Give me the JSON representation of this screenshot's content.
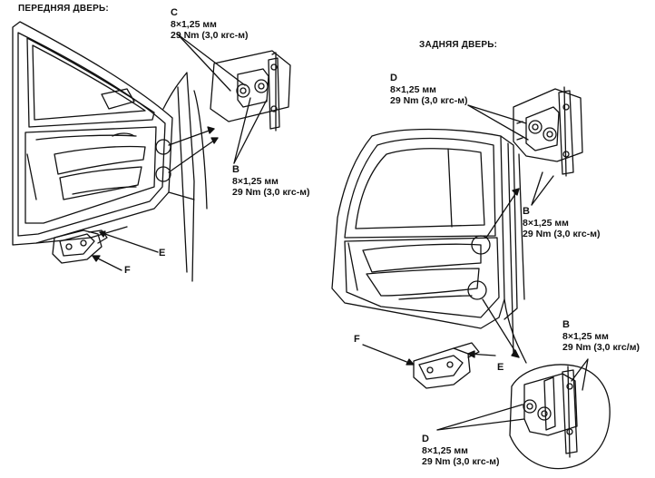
{
  "titles": {
    "front_door": "ПЕРЕДНЯЯ ДВЕРЬ:",
    "rear_door": "ЗАДНЯЯ ДВЕРЬ:"
  },
  "callouts": {
    "front_c": {
      "letter": "C",
      "size": "8×1,25 мм",
      "torque": "29 Nm (3,0 кгс-м)"
    },
    "front_b": {
      "letter": "B",
      "size": "8×1,25 мм",
      "torque": "29 Nm (3,0 кгс-м)"
    },
    "front_e": {
      "letter": "E"
    },
    "front_f": {
      "letter": "F"
    },
    "rear_d_upper": {
      "letter": "D",
      "size": "8×1,25 мм",
      "torque": "29 Nm (3,0 кгс-м)"
    },
    "rear_b_upper": {
      "letter": "B",
      "size": "8×1,25 мм",
      "torque": "29 Nm (3,0 кгс-м)"
    },
    "rear_b_lower": {
      "letter": "B",
      "size": "8×1,25 мм",
      "torque": "29 Nm (3,0 кгс/м)"
    },
    "rear_d_lower": {
      "letter": "D",
      "size": "8×1,25 мм",
      "torque": "29 Nm (3,0 кгс-м)"
    },
    "rear_e": {
      "letter": "E"
    },
    "rear_f": {
      "letter": "F"
    }
  }
}
